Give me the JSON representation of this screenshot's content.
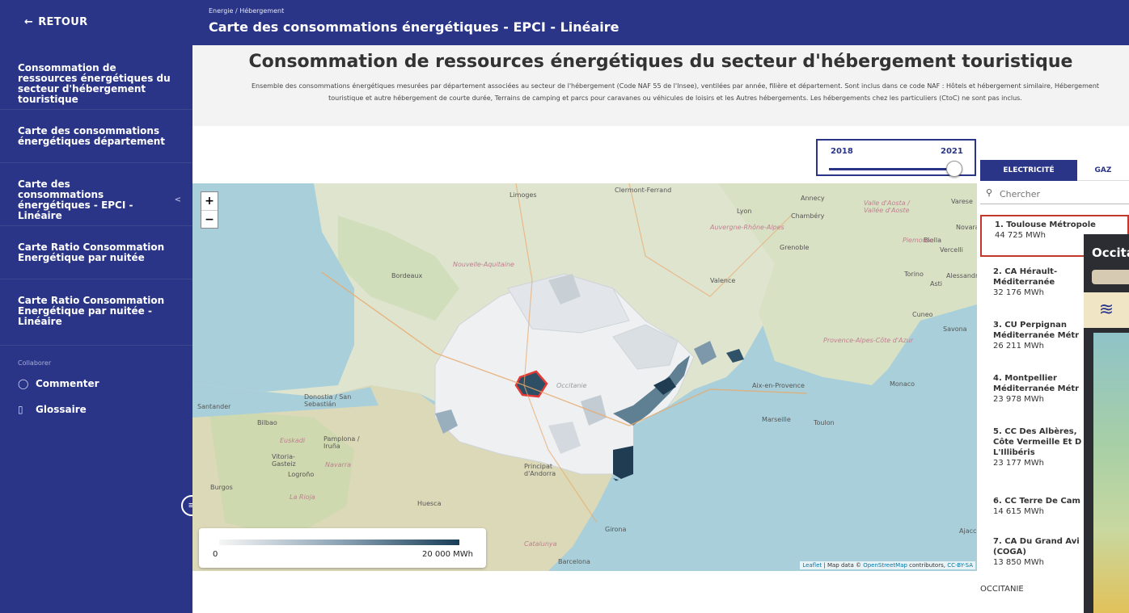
{
  "header": {
    "back_label": "RETOUR",
    "breadcrumb": "Energie / Hébergement",
    "title": "Carte des consommations énergétiques - EPCI - Linéaire"
  },
  "sidebar": {
    "items": [
      {
        "label": "Consommation de ressources énergétiques du secteur d'hébergement touristique"
      },
      {
        "label": "Carte des consommations énergétiques département"
      },
      {
        "label": "Carte des consommations énergétiques - EPCI - Linéaire"
      },
      {
        "label": "Carte Ratio Consommation Energétique par nuitée"
      },
      {
        "label": "Carte Ratio Consommation Energétique par nuitée - Linéaire"
      }
    ],
    "collab_label": "Collaborer",
    "collab_items": [
      {
        "label": "Commenter",
        "icon": "comment-icon"
      },
      {
        "label": "Glossaire",
        "icon": "glossary-icon"
      }
    ]
  },
  "page": {
    "title": "Consommation de ressources énergétiques du secteur d'hébergement touristique",
    "description": "Ensemble des consommations énergétiques mesurées par département associées au secteur de l'hébergement (Code NAF 55 de l'Insee), ventilées par année, filière et département. Sont inclus dans ce code NAF : Hôtels et hébergement similaire, Hébergement touristique et autre hébergement de courte durée, Terrains de camping et parcs pour caravanes ou véhicules de loisirs et les Autres hébergements. Les hébergements chez les particuliers (CtoC) ne sont pas inclus."
  },
  "slider": {
    "min_year": "2018",
    "max_year": "2021",
    "value": 2021
  },
  "map": {
    "zoom_in": "+",
    "zoom_out": "−",
    "legend_min": "0",
    "legend_max": "20 000 MWh",
    "attribution_leaflet": "Leaflet",
    "attribution_text": " | Map data © ",
    "attribution_osm": "OpenStreetMap",
    "attribution_tail": " contributors, ",
    "attribution_license": "CC-BY-SA",
    "cities": [
      "Limoges",
      "Clermont-Ferrand",
      "Lyon",
      "Annecy",
      "Chambéry",
      "Grenoble",
      "Valence",
      "Bordeaux",
      "Nouvelle-Aquitaine",
      "Auvergne-Rhône-Alpes",
      "Occitanie",
      "Provence-Alpes-Côte d'Azur",
      "Aix-en-Provence",
      "Marseille",
      "Toulon",
      "Monaco",
      "Cuneo",
      "Savona",
      "Torino",
      "Alessandria",
      "Asti",
      "Novara",
      "Biella",
      "Vercelli",
      "Varese",
      "Santander",
      "Bilbao",
      "Donostia / San Sebastián",
      "Euskadi",
      "Vitoria-Gasteiz",
      "Pamplona / Iruña",
      "Navarra",
      "Logroño",
      "La Rioja",
      "Burgos",
      "Huesca",
      "Principat d'Andorra",
      "Girona",
      "Catalunya",
      "Barcelona",
      "Valle d'Aosta / Vallée d'Aoste",
      "Piemonte",
      "Ajaccio"
    ]
  },
  "right_panel": {
    "tabs": [
      {
        "label": "ELECTRICITÉ",
        "active": true
      },
      {
        "label": "GAZ",
        "active": false
      }
    ],
    "search_placeholder": "Chercher",
    "ranking": [
      {
        "name": "1. Toulouse Métropole",
        "value": "44 725 MWh"
      },
      {
        "name": "2. CA Hérault-Méditerranée",
        "value": "32 176 MWh"
      },
      {
        "name": "3. CU Perpignan Méditerranée Métr",
        "value": "26 211 MWh"
      },
      {
        "name": "4. Montpellier Méditerranée Métr",
        "value": "23 978 MWh"
      },
      {
        "name": "5. CC Des Albères, Côte Vermeille Et D L'Illibéris",
        "value": "23 177 MWh"
      },
      {
        "name": "6. CC Terre De Cam",
        "value": "14 615 MWh"
      },
      {
        "name": "7. CA Du Grand Avi (COGA)",
        "value": "13 850 MWh"
      }
    ],
    "region_label": "OCCITANIE"
  },
  "popup": {
    "title": "Occita"
  },
  "colors": {
    "primary": "#2a3587",
    "selected": "#c0392b",
    "scale_low": "#f6f6f6",
    "scale_high": "#183e57"
  }
}
